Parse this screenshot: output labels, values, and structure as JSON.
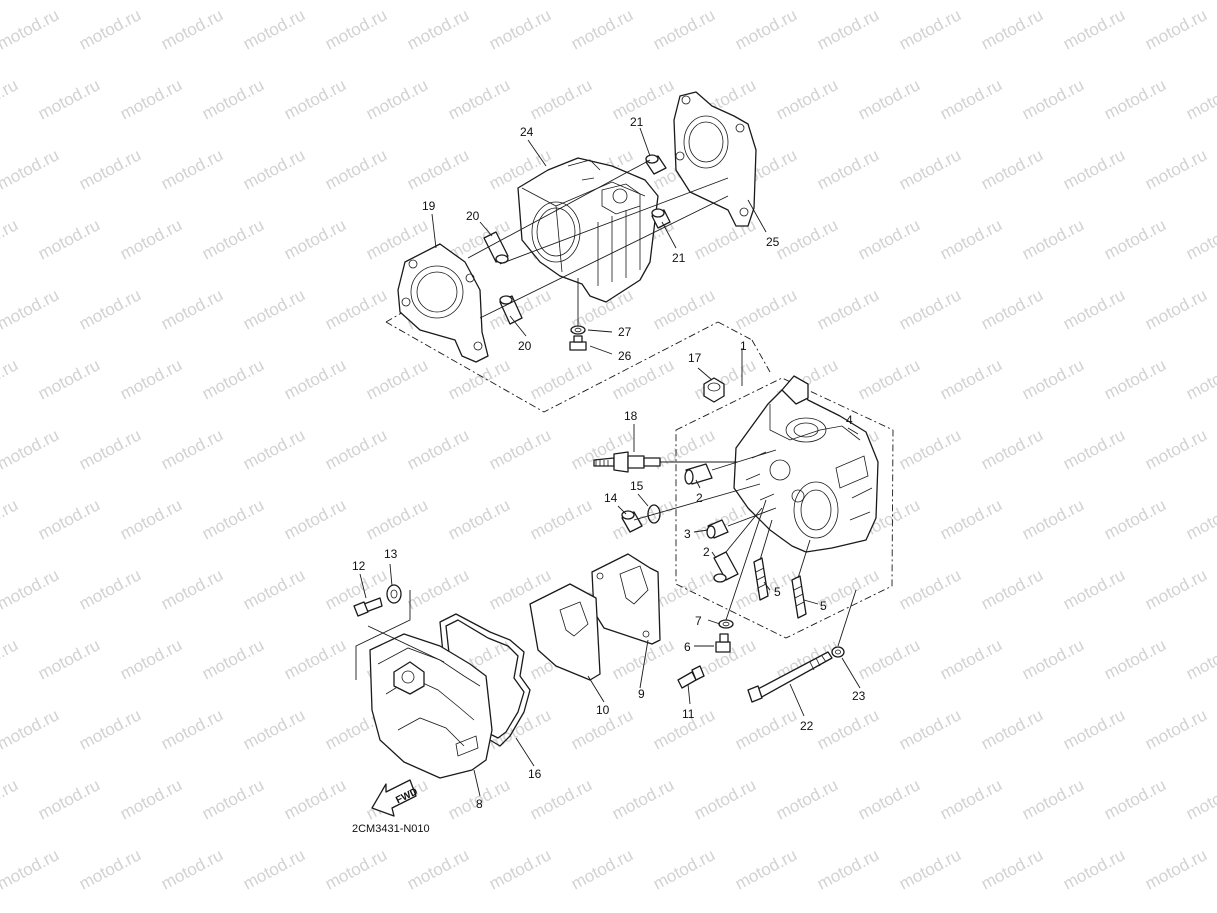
{
  "watermark": {
    "text": "motod.ru"
  },
  "diagram_code": "2CM3431-N010",
  "fwd_label": "FWD",
  "callouts": [
    {
      "id": "c1",
      "text": "1"
    },
    {
      "id": "c2a",
      "text": "2"
    },
    {
      "id": "c2b",
      "text": "2"
    },
    {
      "id": "c3",
      "text": "3"
    },
    {
      "id": "c4",
      "text": "4"
    },
    {
      "id": "c5a",
      "text": "5"
    },
    {
      "id": "c5b",
      "text": "5"
    },
    {
      "id": "c6",
      "text": "6"
    },
    {
      "id": "c7",
      "text": "7"
    },
    {
      "id": "c8",
      "text": "8"
    },
    {
      "id": "c9",
      "text": "9"
    },
    {
      "id": "c10",
      "text": "10"
    },
    {
      "id": "c11",
      "text": "11"
    },
    {
      "id": "c12",
      "text": "12"
    },
    {
      "id": "c13",
      "text": "13"
    },
    {
      "id": "c14",
      "text": "14"
    },
    {
      "id": "c15",
      "text": "15"
    },
    {
      "id": "c16",
      "text": "16"
    },
    {
      "id": "c17",
      "text": "17"
    },
    {
      "id": "c18",
      "text": "18"
    },
    {
      "id": "c19",
      "text": "19"
    },
    {
      "id": "c20a",
      "text": "20"
    },
    {
      "id": "c20b",
      "text": "20"
    },
    {
      "id": "c21a",
      "text": "21"
    },
    {
      "id": "c21b",
      "text": "21"
    },
    {
      "id": "c22",
      "text": "22"
    },
    {
      "id": "c23",
      "text": "23"
    },
    {
      "id": "c24",
      "text": "24"
    },
    {
      "id": "c25",
      "text": "25"
    },
    {
      "id": "c26",
      "text": "26"
    },
    {
      "id": "c27",
      "text": "27"
    }
  ]
}
